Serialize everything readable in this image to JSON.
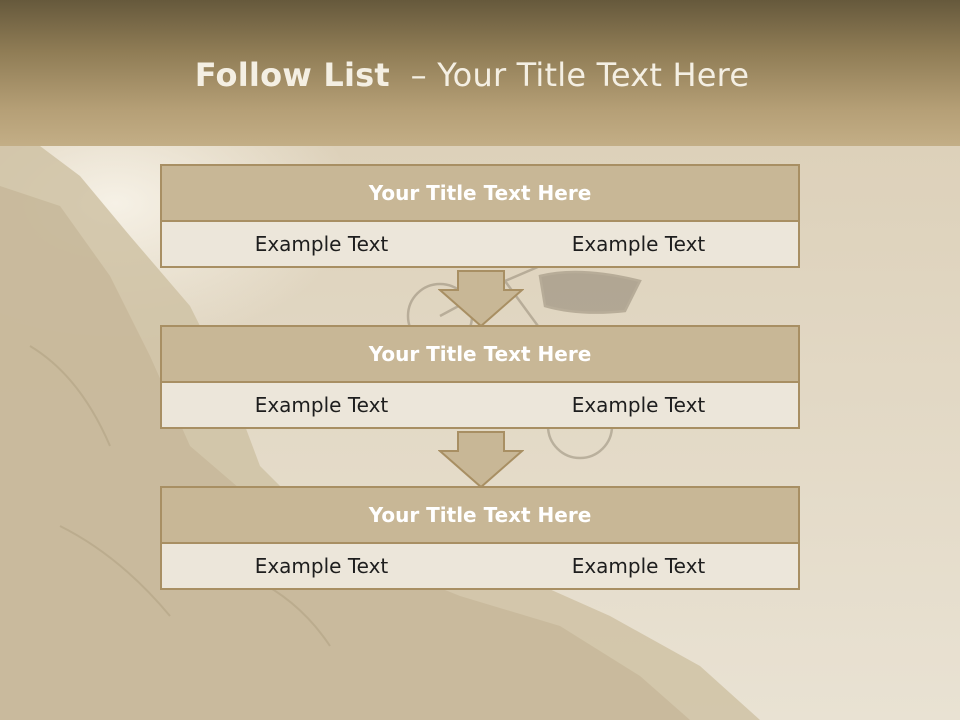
{
  "title": {
    "prefix": "Follow List",
    "separator": "–",
    "suffix": "Your Title Text Here"
  },
  "blocks": [
    {
      "title": "Your Title Text Here",
      "left": "Example Text",
      "right": "Example Text"
    },
    {
      "title": "Your Title Text Here",
      "left": "Example Text",
      "right": "Example Text"
    },
    {
      "title": "Your Title Text Here",
      "left": "Example Text",
      "right": "Example Text"
    }
  ],
  "colors": {
    "header": "#8f7c55",
    "block_title": "#c8b796",
    "border": "#a88f63",
    "cell": "#ece6da"
  }
}
